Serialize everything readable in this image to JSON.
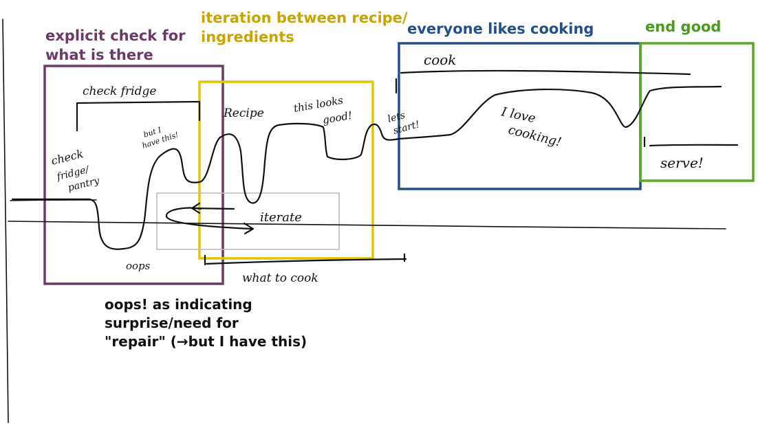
{
  "annotations": {
    "explicit_check": {
      "lines": [
        "explicit check for",
        "what is there"
      ],
      "color": "#6b3a66"
    },
    "iteration": {
      "lines": [
        "iteration between recipe/",
        "ingredients"
      ],
      "color": "#c9a300"
    },
    "everyone_likes": {
      "lines": [
        "everyone likes cooking"
      ],
      "color": "#23508a"
    },
    "end_good": {
      "lines": [
        "end good"
      ],
      "color": "#4a9a1e"
    },
    "oops_note": {
      "lines": [
        "oops! as indicating",
        "surprise/need for",
        "\"repair\" (→but I have this)"
      ]
    }
  },
  "boxes": {
    "purple": "#6b3a66",
    "yellow": "#e2c700",
    "blue": "#23508a",
    "green": "#5aa829",
    "gray": "#bdbdbd"
  },
  "handwriting": {
    "check_fridge": "check fridge",
    "check_fridge_pantry": [
      "check",
      "fridge/",
      "pantry"
    ],
    "but_i_have_this": [
      "but I",
      "have this!"
    ],
    "oops": "oops",
    "recipe": "Recipe",
    "this_looks_good": [
      "this looks",
      "good!"
    ],
    "iterate": "iterate",
    "what_to_cook": "what to cook",
    "cook": "cook",
    "lets_start": [
      "lets",
      "start!"
    ],
    "i_love_cooking": [
      "I love",
      "cooking!"
    ],
    "serve": "serve!"
  }
}
